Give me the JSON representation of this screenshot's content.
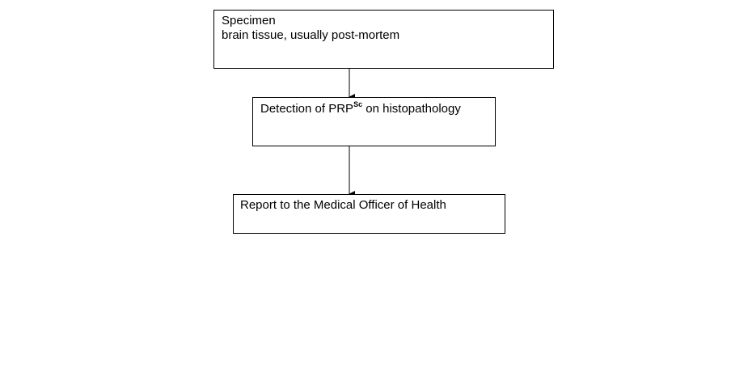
{
  "flowchart": {
    "specimen": {
      "title": "Specimen",
      "detail": "brain tissue, usually post-mortem"
    },
    "detection": {
      "text_before": "Detection of PRP",
      "superscript": "Sc",
      "text_after": " on histopathology"
    },
    "report": {
      "text": "Report to the Medical Officer of Health"
    }
  },
  "colors": {
    "line": "#000000",
    "background": "#ffffff"
  }
}
